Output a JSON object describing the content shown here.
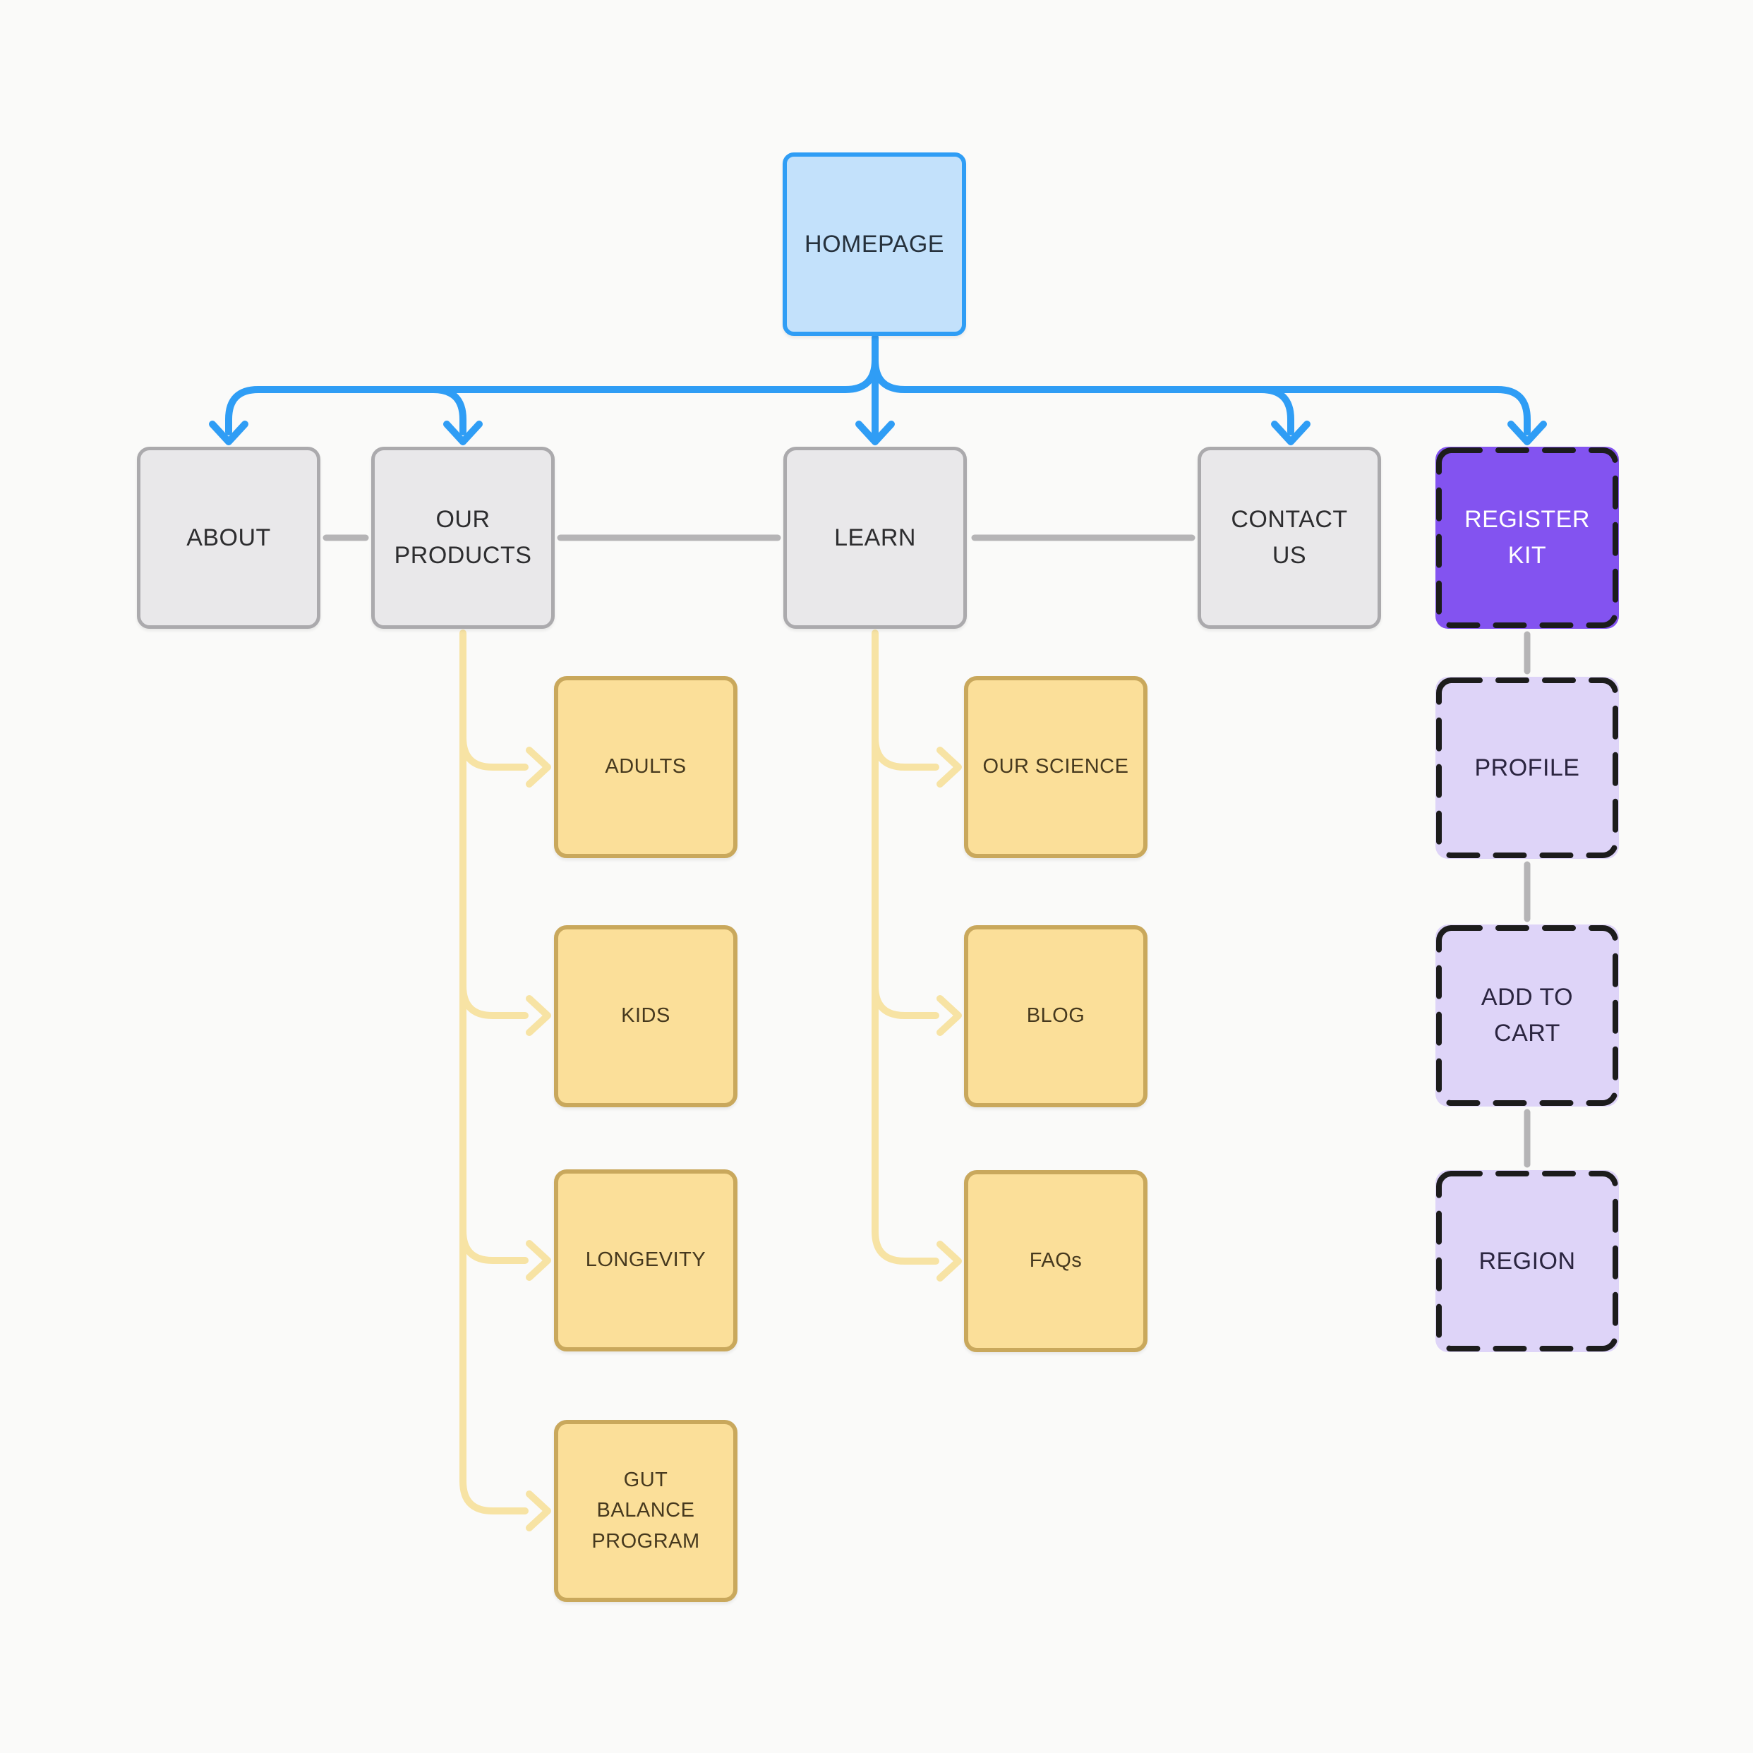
{
  "diagram": {
    "title_hint": "website sitemap flowchart",
    "colors": {
      "background": "#FAFAF9",
      "homepage_fill": "#C3E1FB",
      "homepage_border": "#2F9DF5",
      "blue_connector": "#2F9DF5",
      "section_fill": "#E9E8EA",
      "section_border": "#ABAAAD",
      "gray_connector": "#B5B4B6",
      "child_fill": "#FBDF99",
      "child_border": "#C9A85C",
      "yellow_connector": "#F7E3A4",
      "flow_primary_fill": "#8353F0",
      "flow_step_fill": "#DED4F8",
      "dashed_border": "#1C1C1C"
    },
    "nodes": {
      "homepage": {
        "label": "HOMEPAGE"
      },
      "about": {
        "label": "ABOUT"
      },
      "our_products": {
        "label": "OUR PRODUCTS"
      },
      "learn": {
        "label": "LEARN"
      },
      "contact_us": {
        "label": "CONTACT US"
      },
      "register_kit": {
        "label": "REGISTER KIT"
      },
      "adults": {
        "label": "ADULTS"
      },
      "kids": {
        "label": "KIDS"
      },
      "longevity": {
        "label": "LONGEVITY"
      },
      "gut_balance_program": {
        "label": "GUT BALANCE PROGRAM"
      },
      "our_science": {
        "label": "OUR SCIENCE"
      },
      "blog": {
        "label": "BLOG"
      },
      "faqs": {
        "label": "FAQs"
      },
      "profile": {
        "label": "PROFILE"
      },
      "add_to_cart": {
        "label": "ADD TO CART"
      },
      "region": {
        "label": "REGION"
      }
    }
  }
}
